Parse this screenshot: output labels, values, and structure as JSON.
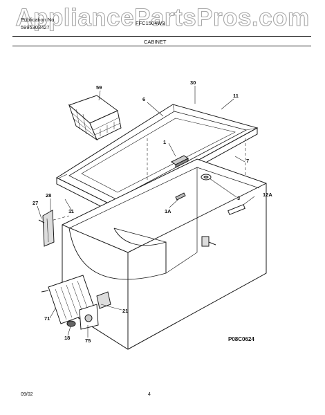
{
  "watermark": "AppliancePartsPros.com",
  "header": {
    "pub_label": "Publication No.",
    "pub_number": "5995303427",
    "model": "FFC1504W3",
    "section": "CABINET"
  },
  "callouts": [
    "59",
    "30",
    "6",
    "11",
    "1",
    "7",
    "3",
    "12A",
    "28",
    "27",
    "1A",
    "11",
    "21",
    "71",
    "18",
    "75"
  ],
  "diagram_code": "P08C0624",
  "footer": {
    "date": "09/02",
    "page": "4"
  }
}
